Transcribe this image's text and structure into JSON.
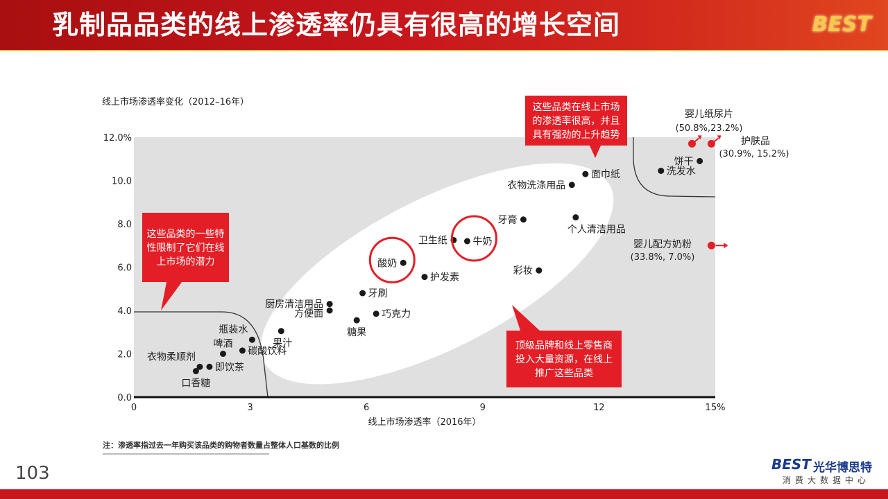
{
  "title": "乳制品品类的线上渗透率仍具有很高的增长空间",
  "logo": "BEST",
  "page_number": "103",
  "note": "注：渗透率指过去一年购买该品类的购物者数量占整体人口基数的比例",
  "brand": {
    "logo": "BEST",
    "name": "光华博思特",
    "sub": "消费大数据中心"
  },
  "colors": {
    "header_red": "#c8161d",
    "accent_red": "#e41e26",
    "plot_bg": "#e0e0e0",
    "dot": "#1a1a1a"
  },
  "chart_data": {
    "type": "scatter",
    "title": "线上市场渗透率变化（2012–16年）",
    "xlabel": "线上市场渗透率（2016年）",
    "ylabel": "",
    "xlim": [
      0,
      15
    ],
    "ylim": [
      0,
      12
    ],
    "x_ticks": [
      {
        "v": 0,
        "label": "0"
      },
      {
        "v": 3,
        "label": "3"
      },
      {
        "v": 6,
        "label": "6"
      },
      {
        "v": 9,
        "label": "9"
      },
      {
        "v": 12,
        "label": "12"
      },
      {
        "v": 15,
        "label": "15%"
      }
    ],
    "y_ticks": [
      {
        "v": 0,
        "label": "0.0"
      },
      {
        "v": 2,
        "label": "2.0"
      },
      {
        "v": 4,
        "label": "4.0"
      },
      {
        "v": 6,
        "label": "6.0"
      },
      {
        "v": 8,
        "label": "8.0"
      },
      {
        "v": 10,
        "label": "10.0"
      },
      {
        "v": 12,
        "label": "12.0%"
      }
    ],
    "points": [
      {
        "label": "口香糖",
        "x": 1.6,
        "y": 1.2,
        "lp": "below"
      },
      {
        "label": "衣物柔顺剂",
        "x": 1.7,
        "y": 1.4,
        "lp": "above-left"
      },
      {
        "label": "即饮茶",
        "x": 1.95,
        "y": 1.4,
        "lp": "right"
      },
      {
        "label": "啤酒",
        "x": 2.3,
        "y": 2.0,
        "lp": "above-right"
      },
      {
        "label": "碳酸饮料",
        "x": 2.8,
        "y": 2.15,
        "lp": "right"
      },
      {
        "label": "瓶装水",
        "x": 3.05,
        "y": 2.65,
        "lp": "above-left"
      },
      {
        "label": "果汁",
        "x": 3.8,
        "y": 3.05,
        "lp": "below-right"
      },
      {
        "label": "厨房清洁用品",
        "x": 5.05,
        "y": 4.3,
        "lp": "left"
      },
      {
        "label": "方便面",
        "x": 5.05,
        "y": 4.0,
        "lp": "left-low"
      },
      {
        "label": "糖果",
        "x": 5.75,
        "y": 3.55,
        "lp": "below"
      },
      {
        "label": "巧克力",
        "x": 6.25,
        "y": 3.85,
        "lp": "right"
      },
      {
        "label": "牙刷",
        "x": 5.9,
        "y": 4.8,
        "lp": "right"
      },
      {
        "label": "护发素",
        "x": 7.5,
        "y": 5.55,
        "lp": "right"
      },
      {
        "label": "酸奶",
        "x": 6.95,
        "y": 6.2,
        "lp": "left",
        "highlight": true
      },
      {
        "label": "卫生纸",
        "x": 8.25,
        "y": 7.25,
        "lp": "left"
      },
      {
        "label": "牛奶",
        "x": 8.6,
        "y": 7.2,
        "lp": "right",
        "highlight": true
      },
      {
        "label": "彩妆",
        "x": 10.45,
        "y": 5.85,
        "lp": "left"
      },
      {
        "label": "牙膏",
        "x": 10.05,
        "y": 8.2,
        "lp": "left"
      },
      {
        "label": "个人清洁用品",
        "x": 11.4,
        "y": 8.3,
        "lp": "below-right"
      },
      {
        "label": "衣物洗涤用品",
        "x": 11.3,
        "y": 9.8,
        "lp": "left"
      },
      {
        "label": "面巾纸",
        "x": 11.65,
        "y": 10.3,
        "lp": "right"
      },
      {
        "label": "饼干",
        "x": 14.6,
        "y": 10.9,
        "lp": "left"
      },
      {
        "label": "洗发水",
        "x": 13.6,
        "y": 10.45,
        "lp": "right"
      }
    ],
    "off_chart": [
      {
        "label": "婴儿纸尿片",
        "value": "(50.8%,23.2%)",
        "x": 14.4,
        "y": 11.7
      },
      {
        "label": "护肤品",
        "value": "(30.9%, 15.2%)",
        "x": 14.9,
        "y": 11.7
      },
      {
        "label": "婴儿配方奶粉",
        "value": "(33.8%, 7.0%)",
        "x": 14.9,
        "y": 7.0
      }
    ],
    "annotations": [
      {
        "text": [
          "这些品类在线上市场",
          "的渗透率很高，并且",
          "具有强劲的上升趋势"
        ],
        "region": "top-right"
      },
      {
        "text": [
          "这些品类的一些特",
          "性限制了它们在线",
          "上市场的潜力"
        ],
        "region": "left"
      },
      {
        "text": [
          "顶级品牌和线上零售商",
          "投入大量资源，在线上",
          "推广这些品类"
        ],
        "region": "bottom-right"
      }
    ]
  }
}
